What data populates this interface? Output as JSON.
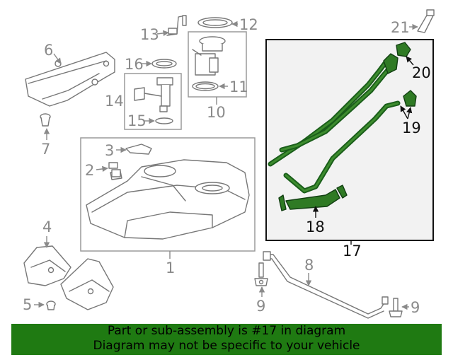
{
  "callouts": {
    "c1": "1",
    "c2": "2",
    "c3": "3",
    "c4": "4",
    "c5": "5",
    "c6": "6",
    "c7": "7",
    "c8": "8",
    "c9a": "9",
    "c9b": "9",
    "c10": "10",
    "c11": "11",
    "c12": "12",
    "c13": "13",
    "c14": "14",
    "c15": "15",
    "c16": "16",
    "c17": "17",
    "c18": "18",
    "c19": "19",
    "c20": "20",
    "c21": "21"
  },
  "highlight_color": "#2f7a24",
  "banner": {
    "line1": "Part or sub-assembly is #17 in diagram",
    "line2": "Diagram may not be specific to your vehicle",
    "background": "#1f7a12"
  }
}
